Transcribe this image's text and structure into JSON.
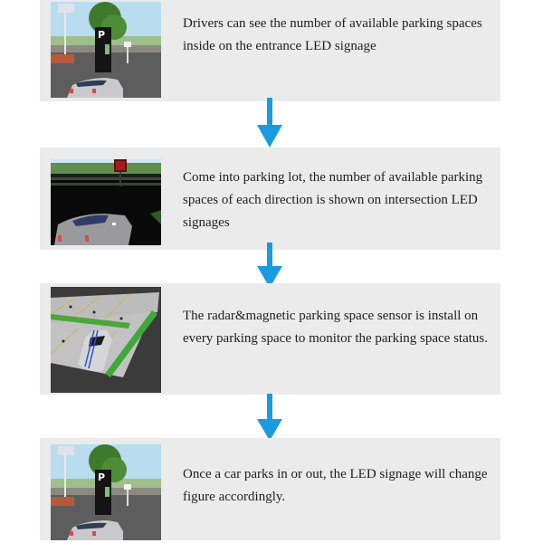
{
  "colors": {
    "panel_bg": "#ebebeb",
    "arrow": "#1a9be0",
    "text": "#1e1e1e"
  },
  "steps": [
    {
      "image": "entrance-led-sign-scene",
      "text": "Drivers can see the number of available parking spaces inside on the entrance LED signage"
    },
    {
      "image": "intersection-led-sign-scene",
      "text": "Come into parking lot, the number of available parking spaces of each direction is shown on intersection LED signages"
    },
    {
      "image": "parking-space-sensor-scene",
      "text": "The radar&magnetic parking space sensor is install on every parking space to monitor the parking space status."
    },
    {
      "image": "entrance-led-sign-scene",
      "text": "Once a car parks in or out, the LED signage will change figure accordingly."
    }
  ],
  "arrows": [
    {
      "icon": "down-arrow-icon"
    },
    {
      "icon": "down-arrow-icon"
    },
    {
      "icon": "down-arrow-icon"
    }
  ]
}
